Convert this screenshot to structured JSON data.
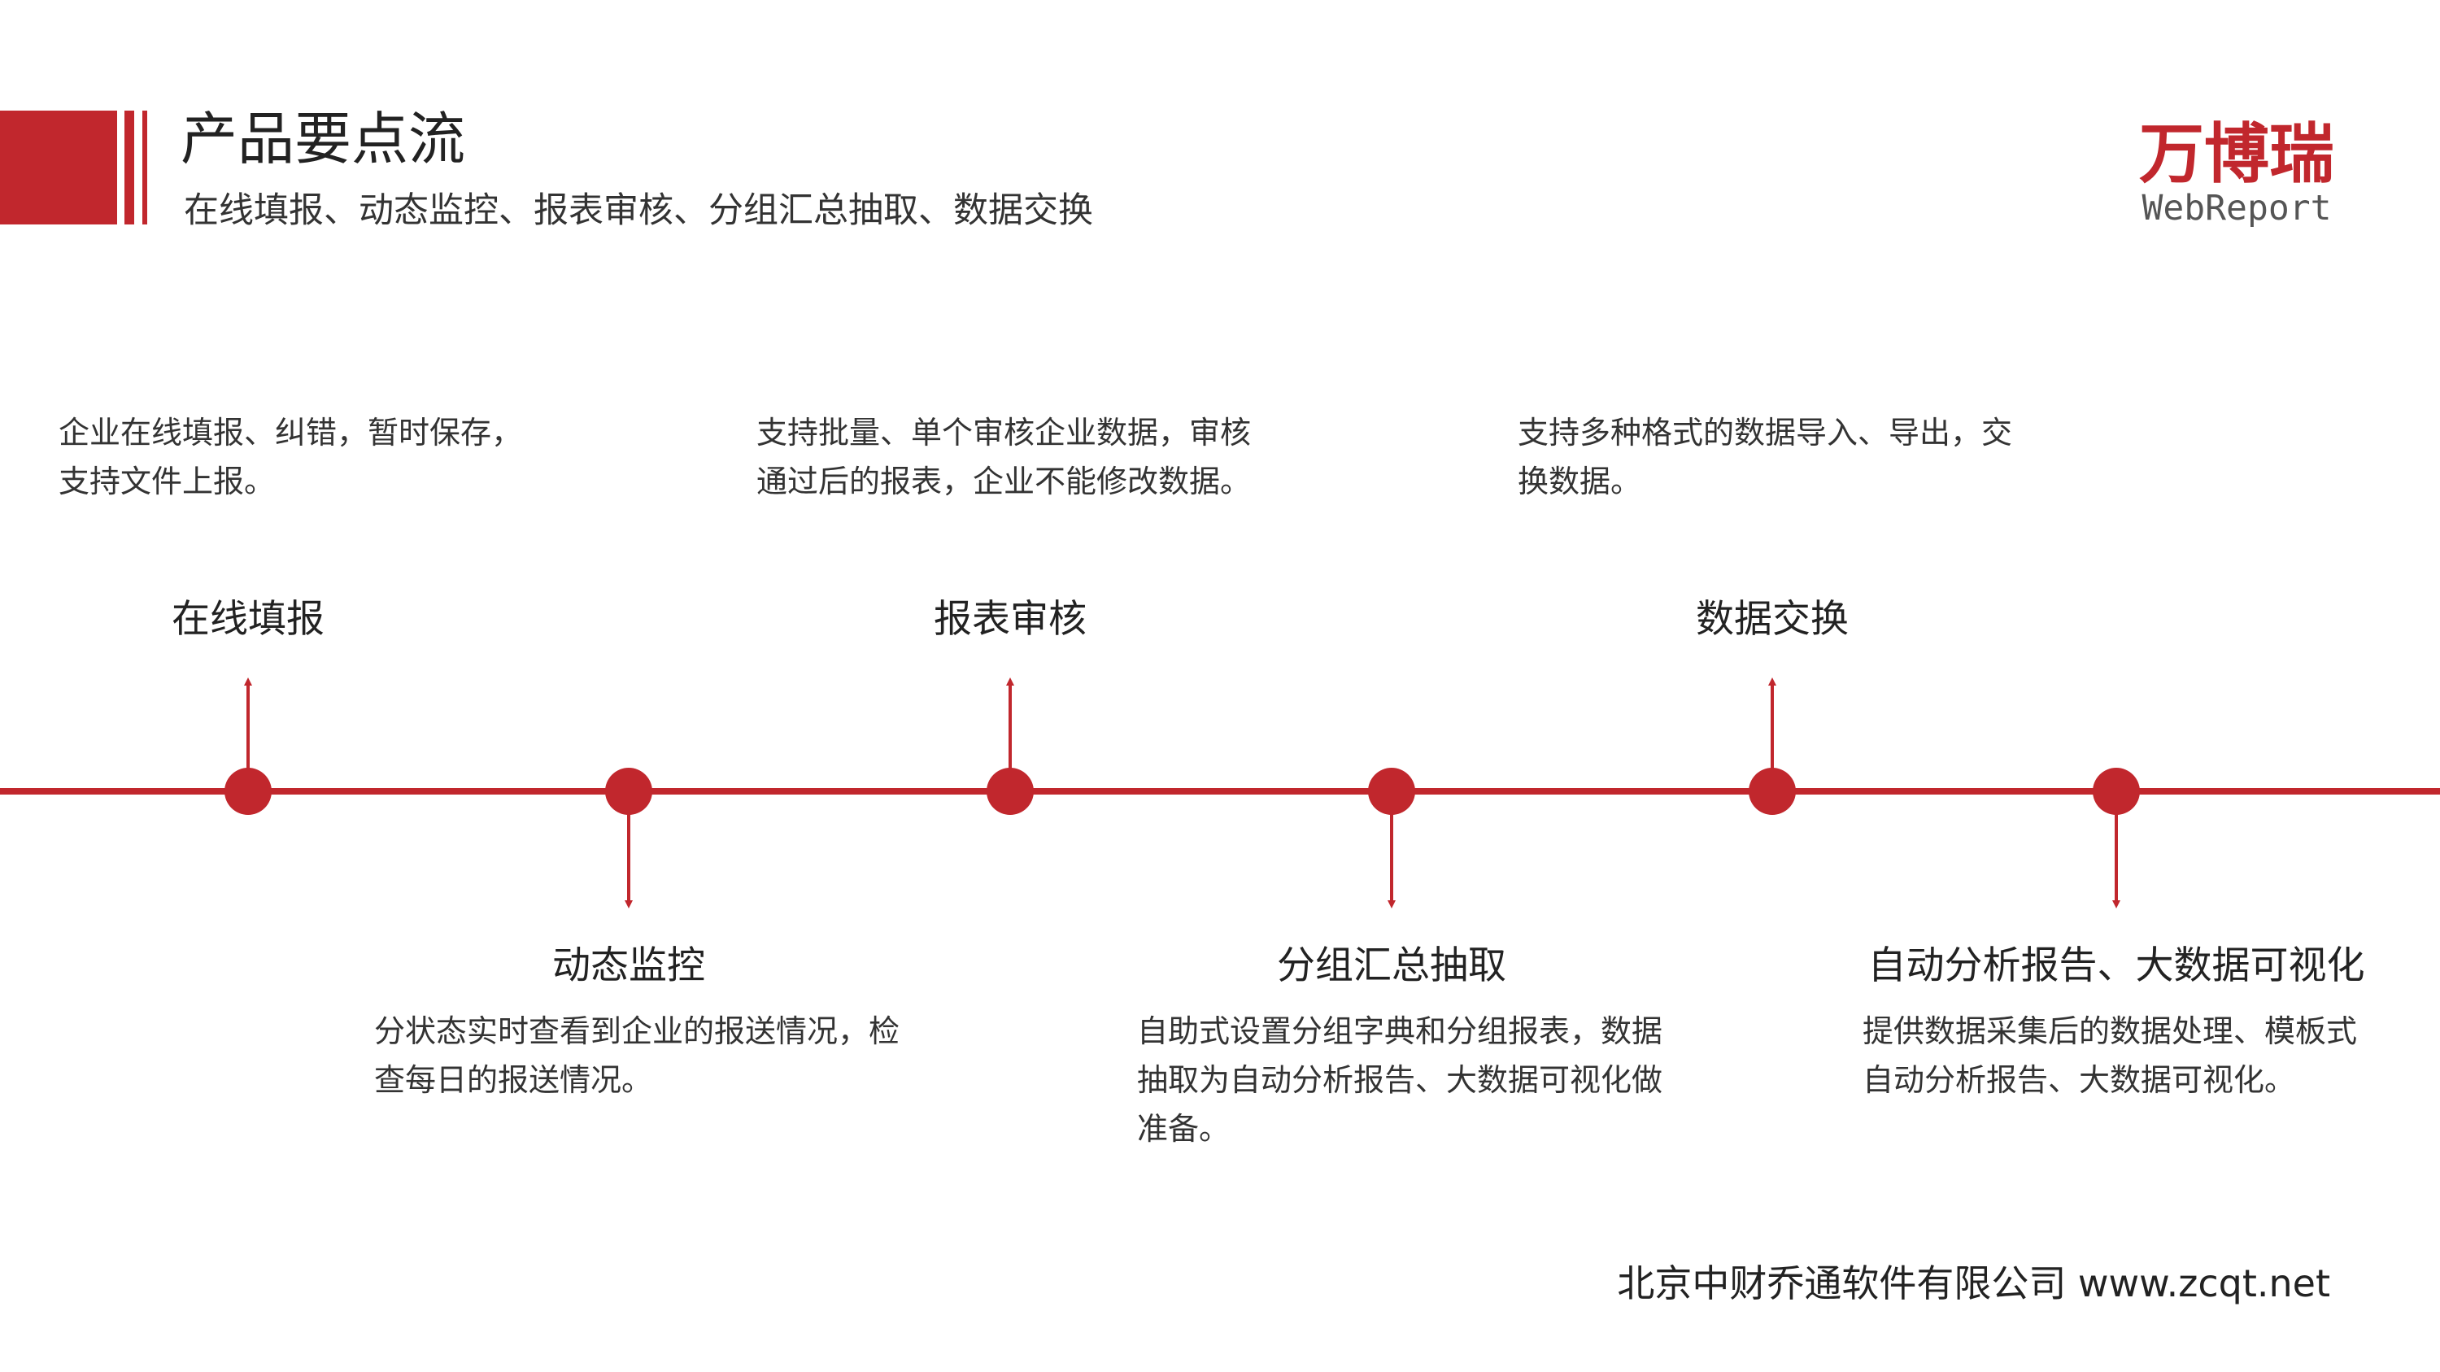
{
  "header": {
    "title": "产品要点流",
    "subtitle": "在线填报、动态监控、报表审核、分组汇总抽取、数据交换"
  },
  "brand": {
    "name_cn": "万博瑞",
    "name_en": "WebReport"
  },
  "colors": {
    "accent": "#c1272d",
    "text": "#222222"
  },
  "stages": [
    {
      "title": "在线填报",
      "description": "企业在线填报、纠错，暂时保存，支持文件上报。",
      "position": "above"
    },
    {
      "title": "动态监控",
      "description": "分状态实时查看到企业的报送情况，检查每日的报送情况。",
      "position": "below"
    },
    {
      "title": "报表审核",
      "description": "支持批量、单个审核企业数据，审核通过后的报表，企业不能修改数据。",
      "position": "above"
    },
    {
      "title": "分组汇总抽取",
      "description": "自助式设置分组字典和分组报表，数据抽取为自动分析报告、大数据可视化做准备。",
      "position": "below"
    },
    {
      "title": "数据交换",
      "description": "支持多种格式的数据导入、导出，交换数据。",
      "position": "above"
    },
    {
      "title": "自动分析报告、大数据可视化",
      "description": "提供数据采集后的数据处理、模板式自动分析报告、大数据可视化。",
      "position": "below"
    }
  ],
  "footer": {
    "company": "北京中财乔通软件有限公司 www.zcqt.net"
  }
}
